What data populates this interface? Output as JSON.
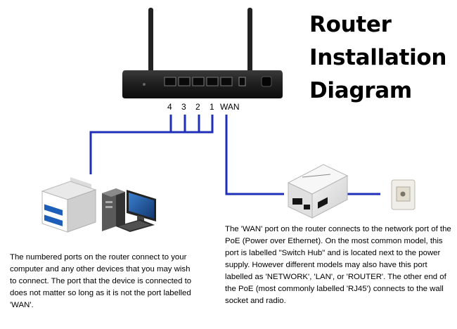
{
  "title": {
    "line1": "Router",
    "line2": "Installation",
    "line3": "Diagram"
  },
  "ports": {
    "p4": "4",
    "p3": "3",
    "p2": "2",
    "p1": "1",
    "wan": "WAN"
  },
  "captions": {
    "left": "The numbered ports on the router connect to your computer and any other devices that you may wish to connect. The port that the device is connected to does not matter so long as it is not the port labelled 'WAN'.",
    "right": "The 'WAN' port on the router connects to the network port of the PoE (Power over Ethernet). On the most common model, this port is labelled \"Switch Hub\" and is located next to the power supply. However different models may also have this port labelled as 'NETWORK', 'LAN', or 'ROUTER'. The other end of the PoE (most commonly labelled 'RJ45') connects to the wall socket and radio."
  },
  "colors": {
    "cable": "#1f2fb8",
    "router_body": "#1a1a1a"
  }
}
